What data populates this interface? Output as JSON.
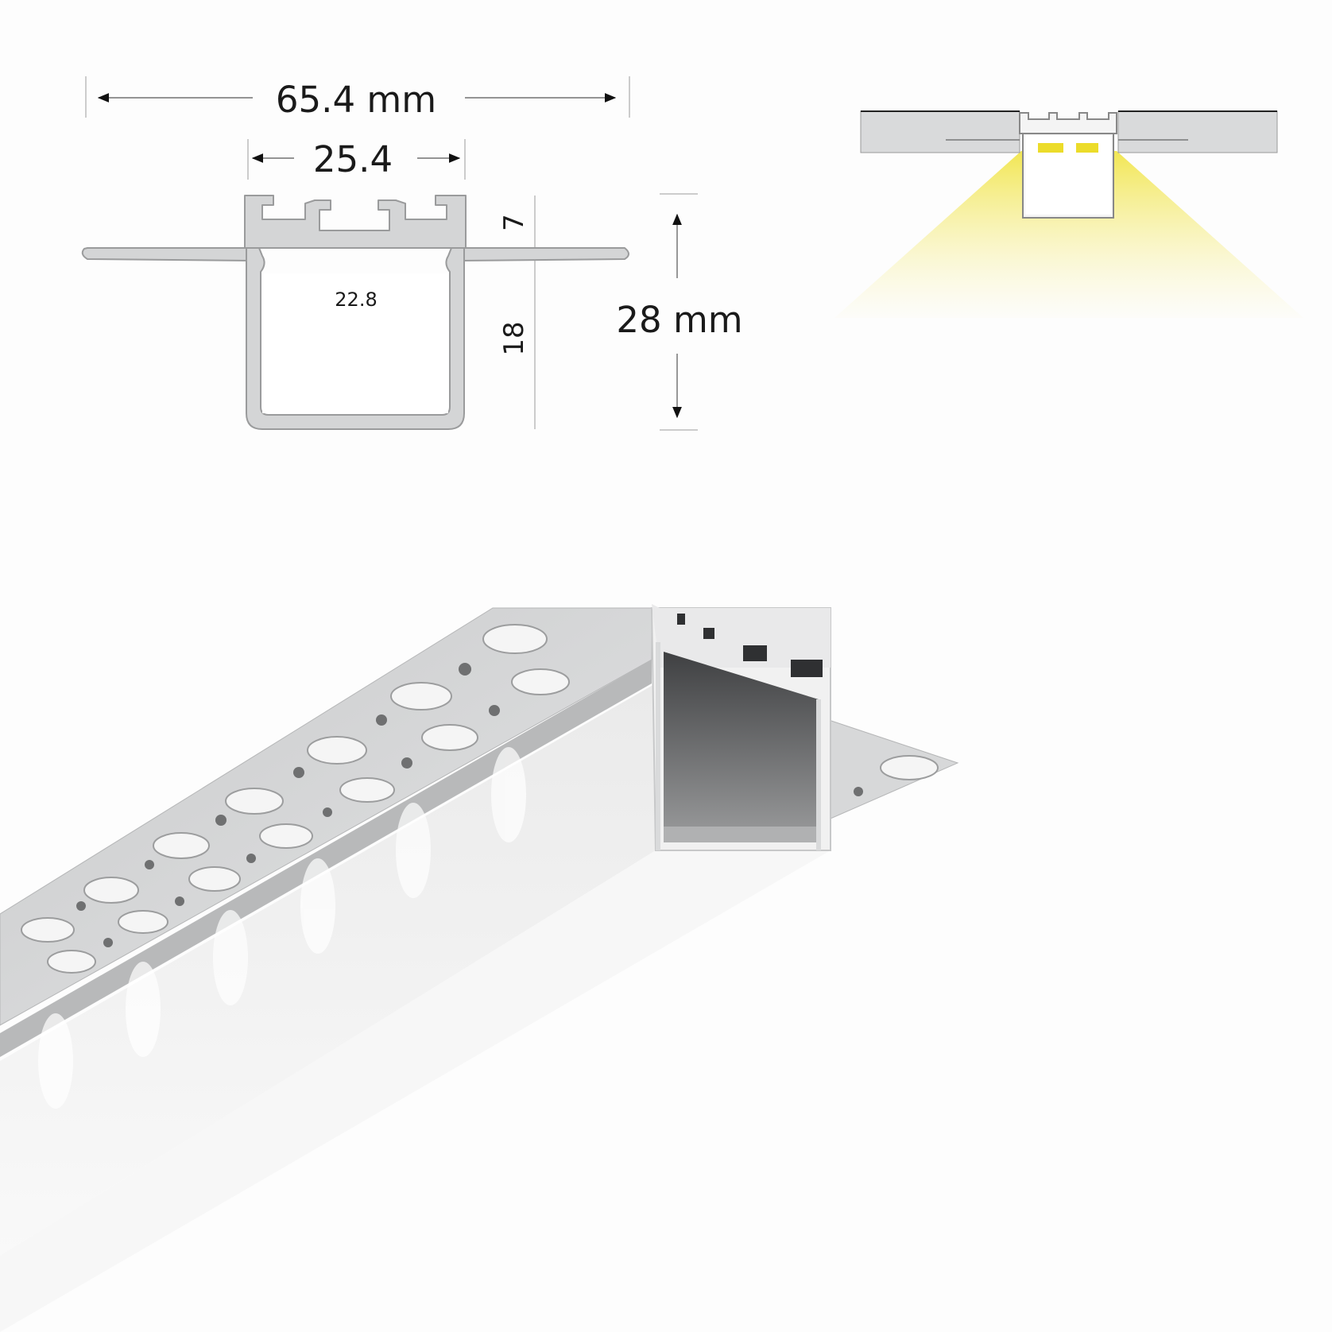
{
  "dimensions": {
    "overall_width": "65.4 mm",
    "channel_width": "25.4",
    "inner_width": "22.8",
    "flange_height": "7",
    "channel_depth": "18",
    "overall_height": "28 mm"
  },
  "colors": {
    "profile_fill": "#d4d5d6",
    "profile_stroke": "#9a9b9c",
    "light_beam": "#f3ea5f",
    "led_chip": "#ecdc2a",
    "ceiling": "#d9dadb",
    "diffuser": "#f6f6f6",
    "cavity_dark": "#4a4b4d"
  }
}
